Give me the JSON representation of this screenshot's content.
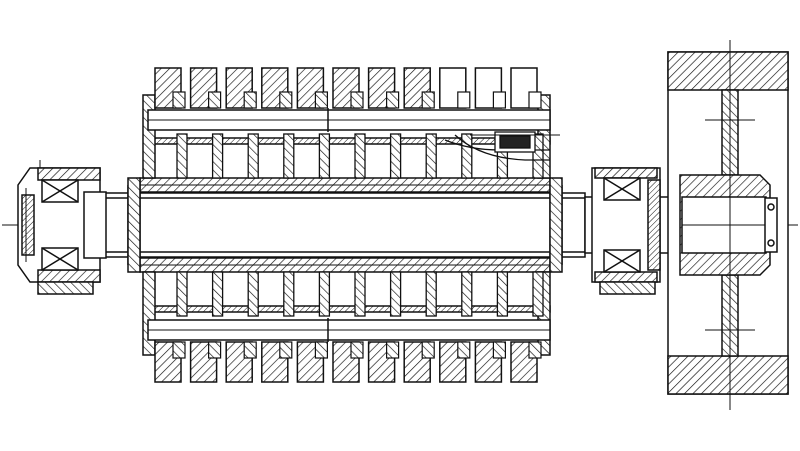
{
  "diagram": {
    "kind": "mechanical cross-section drawing",
    "colors": {
      "line": "#111111",
      "hatch": "#111111",
      "background": "#ffffff"
    },
    "parts": {
      "hammer_rows": {
        "top_solid_count": 8,
        "top_outline_count": 3,
        "bottom_solid_count": 11
      },
      "rib_rows": {
        "count": 11
      },
      "pin_shafts": {
        "count": 2
      },
      "bearing_housings": {
        "count": 2
      },
      "flywheel": {
        "count": 1
      }
    }
  }
}
